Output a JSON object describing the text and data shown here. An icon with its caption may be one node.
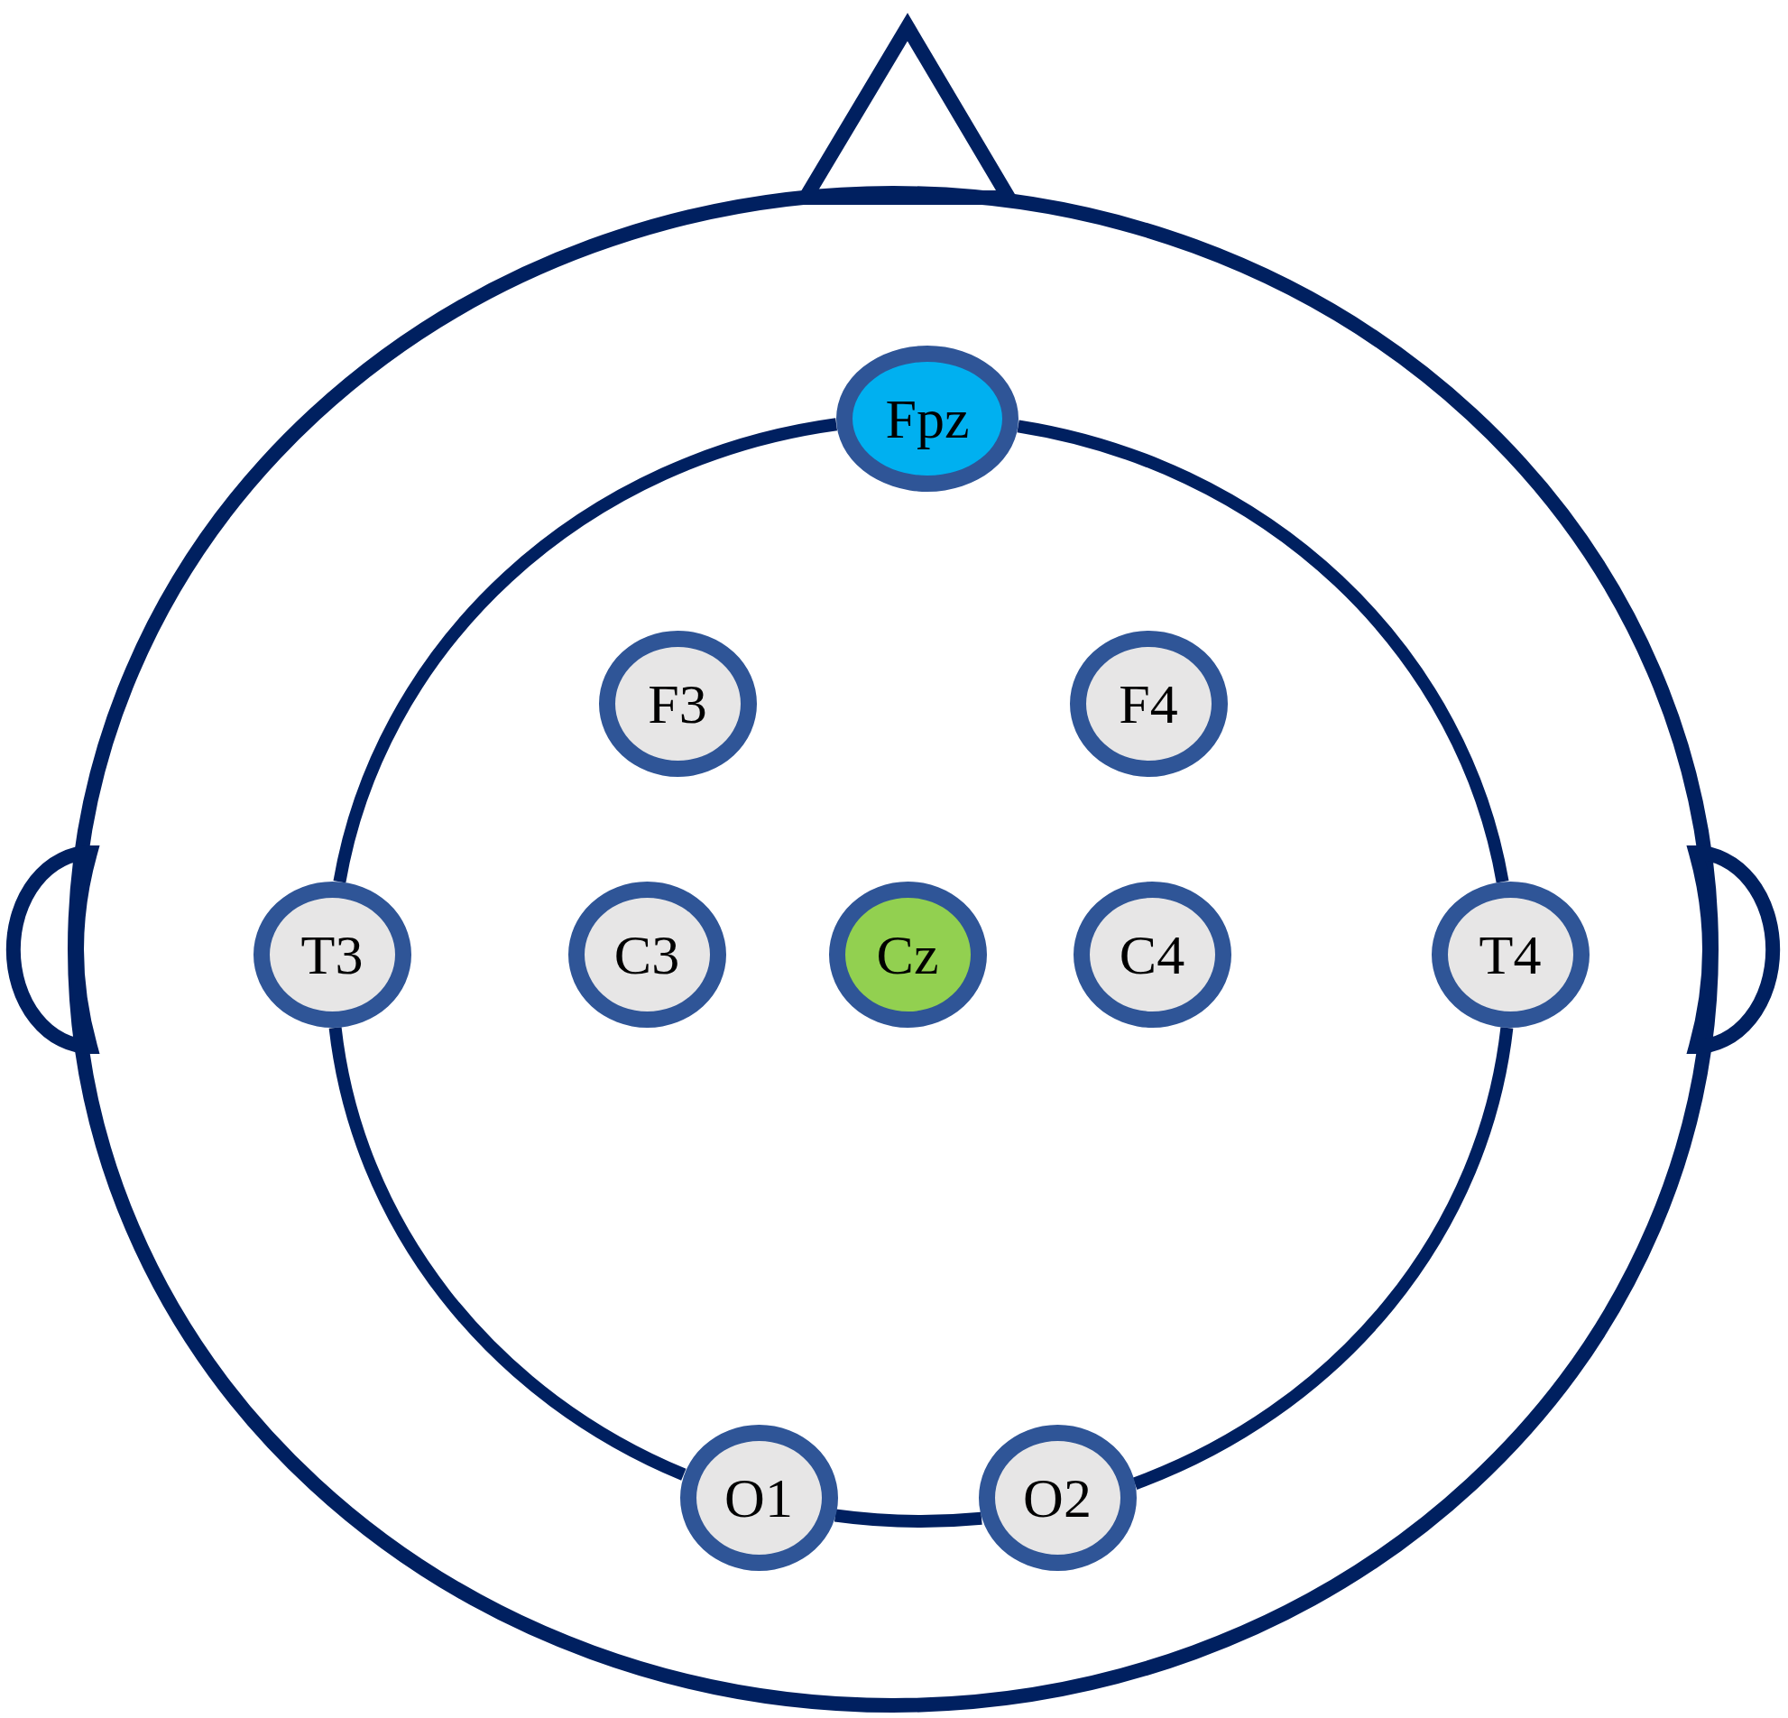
{
  "diagram": {
    "nodes": [
      {
        "text": [
          "Fpz"
        ]
      },
      {
        "text": [
          "F3"
        ]
      },
      {
        "text": [
          "F4"
        ]
      },
      {
        "text": [
          "T3"
        ]
      },
      {
        "text": [
          "C3"
        ]
      },
      {
        "text": [
          "Cz"
        ]
      },
      {
        "text": [
          "C4"
        ]
      },
      {
        "text": [
          "T4"
        ]
      },
      {
        "text": [
          "O1"
        ]
      },
      {
        "text": [
          "O2"
        ]
      }
    ],
    "edges": [
      {
        "from": 0,
        "to": 3,
        "arrow": "none"
      },
      {
        "from": 3,
        "to": 8,
        "arrow": "none"
      },
      {
        "from": 8,
        "to": 9,
        "arrow": "none"
      },
      {
        "from": 9,
        "to": 7,
        "arrow": "none"
      },
      {
        "from": 7,
        "to": 0,
        "arrow": "none"
      }
    ]
  }
}
